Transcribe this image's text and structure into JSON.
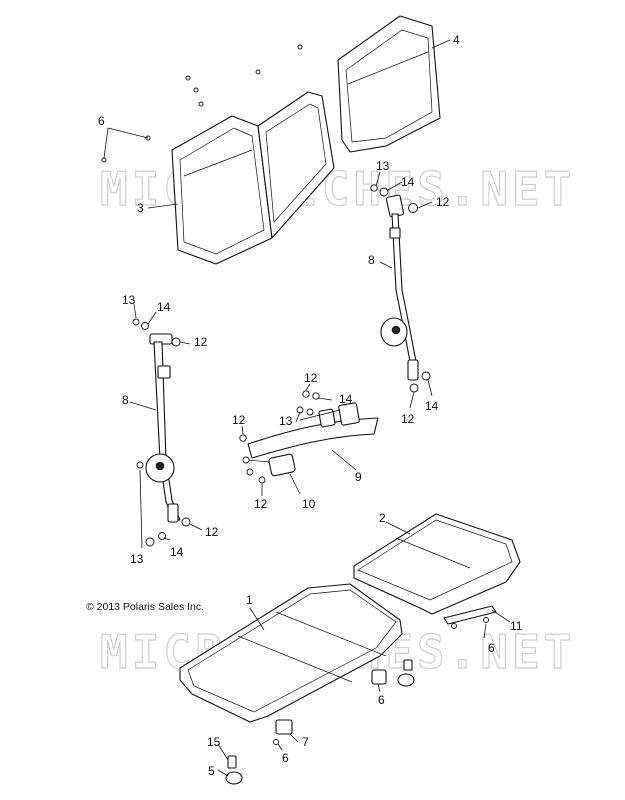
{
  "copyright": "© 2013 Polaris Sales Inc.",
  "watermark": "MICROFICHES.NET",
  "callouts": {
    "c1": "1",
    "c2": "2",
    "c3": "3",
    "c4": "4",
    "c5": "5",
    "c6a": "6",
    "c6b": "6",
    "c6c": "6",
    "c6d": "6",
    "c7": "7",
    "c8a": "8",
    "c8b": "8",
    "c9": "9",
    "c10": "10",
    "c11": "11",
    "c12a": "12",
    "c12b": "12",
    "c12c": "12",
    "c12d": "12",
    "c12e": "12",
    "c12f": "12",
    "c12g": "12",
    "c13a": "13",
    "c13b": "13",
    "c13c": "13",
    "c13d": "13",
    "c14a": "14",
    "c14b": "14",
    "c14c": "14",
    "c14d": "14",
    "c14e": "14",
    "c15": "15"
  }
}
